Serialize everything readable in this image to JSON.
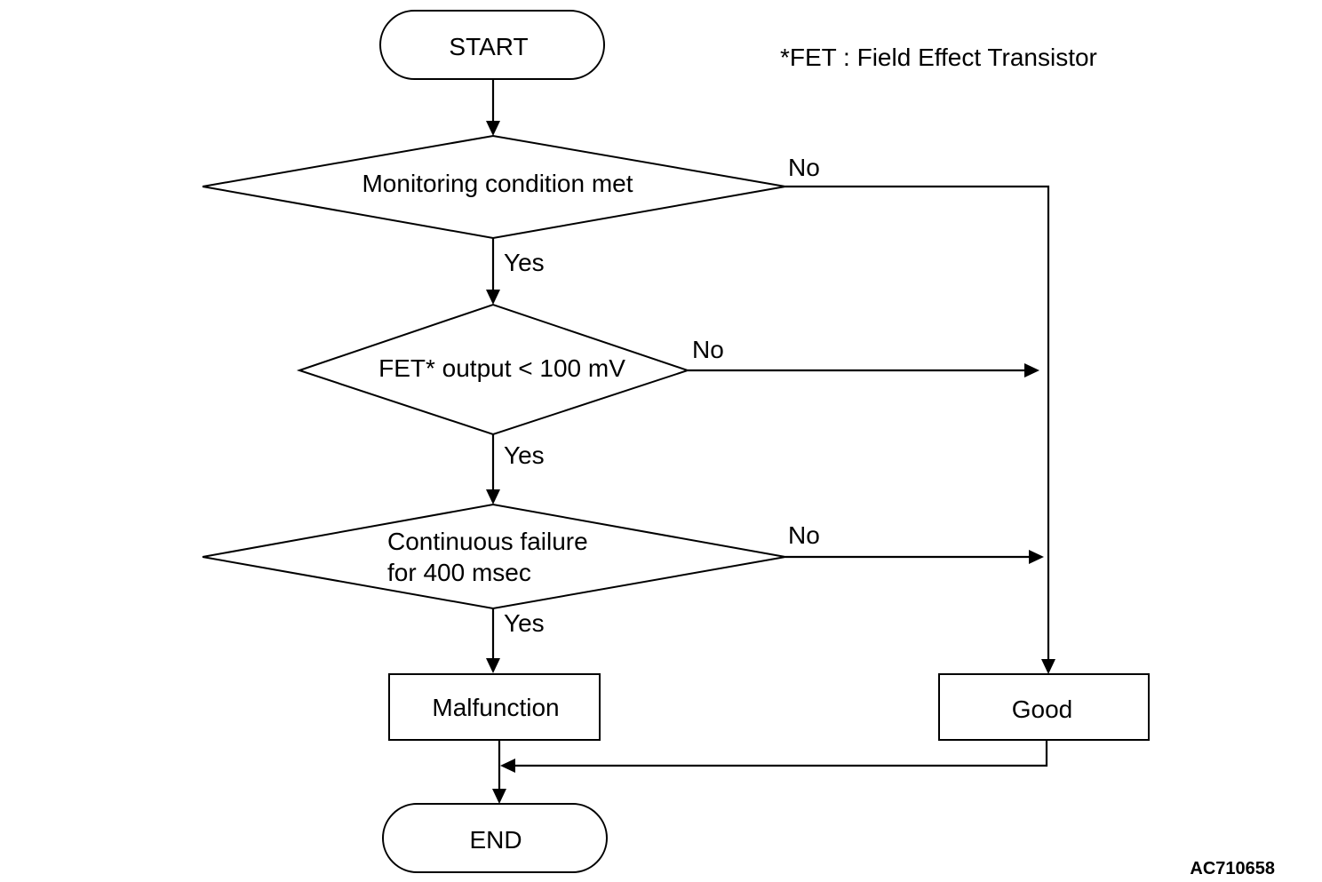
{
  "footnote": "*FET : Field Effect Transistor",
  "figure_code": "AC710658",
  "nodes": {
    "start": "START",
    "decision1": "Monitoring condition met",
    "decision2": "FET* output < 100 mV",
    "decision3_line1": "Continuous failure",
    "decision3_line2": "for 400 msec",
    "malfunction": "Malfunction",
    "good": "Good",
    "end": "END"
  },
  "edges": {
    "d1_yes": "Yes",
    "d1_no": "No",
    "d2_yes": "Yes",
    "d2_no": "No",
    "d3_yes": "Yes",
    "d3_no": "No"
  }
}
